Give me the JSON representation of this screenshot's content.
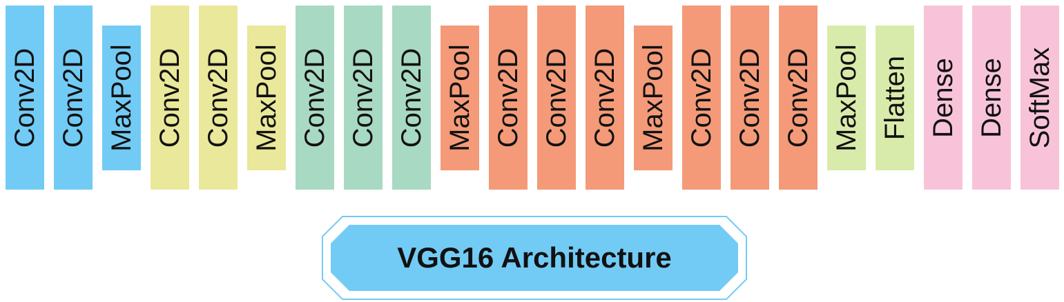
{
  "title": "VGG16 Architecture",
  "colors": {
    "block1": "#72cbf4",
    "block2": "#eae89a",
    "block3": "#a8d9c3",
    "block4": "#f49a78",
    "block5": "#f49a78",
    "pool_flatten_final": "#d9ebaa",
    "dense": "#f8c3d8",
    "title_fill": "#72cbf4",
    "title_border": "#72cbf4"
  },
  "layers": [
    {
      "label": "Conv2D",
      "color_key": "block1",
      "kind": "conv"
    },
    {
      "label": "Conv2D",
      "color_key": "block1",
      "kind": "conv"
    },
    {
      "label": "MaxPool",
      "color_key": "block1",
      "kind": "pool"
    },
    {
      "label": "Conv2D",
      "color_key": "block2",
      "kind": "conv"
    },
    {
      "label": "Conv2D",
      "color_key": "block2",
      "kind": "conv"
    },
    {
      "label": "MaxPool",
      "color_key": "block2",
      "kind": "pool"
    },
    {
      "label": "Conv2D",
      "color_key": "block3",
      "kind": "conv"
    },
    {
      "label": "Conv2D",
      "color_key": "block3",
      "kind": "conv"
    },
    {
      "label": "Conv2D",
      "color_key": "block3",
      "kind": "conv"
    },
    {
      "label": "MaxPool",
      "color_key": "block4",
      "kind": "pool"
    },
    {
      "label": "Conv2D",
      "color_key": "block4",
      "kind": "conv"
    },
    {
      "label": "Conv2D",
      "color_key": "block4",
      "kind": "conv"
    },
    {
      "label": "Conv2D",
      "color_key": "block4",
      "kind": "conv"
    },
    {
      "label": "MaxPool",
      "color_key": "block5",
      "kind": "pool"
    },
    {
      "label": "Conv2D",
      "color_key": "block5",
      "kind": "conv"
    },
    {
      "label": "Conv2D",
      "color_key": "block5",
      "kind": "conv"
    },
    {
      "label": "Conv2D",
      "color_key": "block5",
      "kind": "conv"
    },
    {
      "label": "MaxPool",
      "color_key": "pool_flatten_final",
      "kind": "pool"
    },
    {
      "label": "Flatten",
      "color_key": "pool_flatten_final",
      "kind": "pool"
    },
    {
      "label": "Dense",
      "color_key": "dense",
      "kind": "conv"
    },
    {
      "label": "Dense",
      "color_key": "dense",
      "kind": "conv"
    },
    {
      "label": "SoftMax",
      "color_key": "dense",
      "kind": "conv"
    }
  ]
}
